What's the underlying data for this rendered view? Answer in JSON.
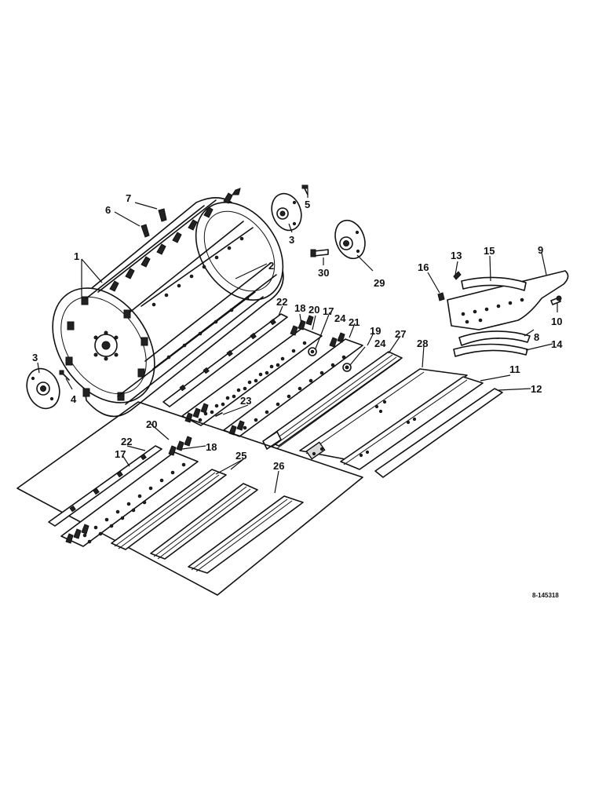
{
  "diagram": {
    "reference_code": "8-145318",
    "callouts": [
      {
        "id": "c7",
        "text": "7"
      },
      {
        "id": "c6",
        "text": "6"
      },
      {
        "id": "c1",
        "text": "1"
      },
      {
        "id": "c5",
        "text": "5"
      },
      {
        "id": "c3a",
        "text": "3"
      },
      {
        "id": "c2",
        "text": "2"
      },
      {
        "id": "c30",
        "text": "30"
      },
      {
        "id": "c29",
        "text": "29"
      },
      {
        "id": "c3b",
        "text": "3"
      },
      {
        "id": "c4",
        "text": "4"
      },
      {
        "id": "c13",
        "text": "13"
      },
      {
        "id": "c15",
        "text": "15"
      },
      {
        "id": "c9",
        "text": "9"
      },
      {
        "id": "c16",
        "text": "16"
      },
      {
        "id": "c10",
        "text": "10"
      },
      {
        "id": "c8",
        "text": "8"
      },
      {
        "id": "c14",
        "text": "14"
      },
      {
        "id": "c22a",
        "text": "22"
      },
      {
        "id": "c18a",
        "text": "18"
      },
      {
        "id": "c20a",
        "text": "20"
      },
      {
        "id": "c17a",
        "text": "17"
      },
      {
        "id": "c24a",
        "text": "24"
      },
      {
        "id": "c21",
        "text": "21"
      },
      {
        "id": "c19",
        "text": "19"
      },
      {
        "id": "c24b",
        "text": "24"
      },
      {
        "id": "c27",
        "text": "27"
      },
      {
        "id": "c28",
        "text": "28"
      },
      {
        "id": "c11",
        "text": "11"
      },
      {
        "id": "c12",
        "text": "12"
      },
      {
        "id": "c23",
        "text": "23"
      },
      {
        "id": "c20b",
        "text": "20"
      },
      {
        "id": "c18b",
        "text": "18"
      },
      {
        "id": "c22b",
        "text": "22"
      },
      {
        "id": "c17b",
        "text": "17"
      },
      {
        "id": "c25",
        "text": "25"
      },
      {
        "id": "c26",
        "text": "26"
      }
    ]
  }
}
